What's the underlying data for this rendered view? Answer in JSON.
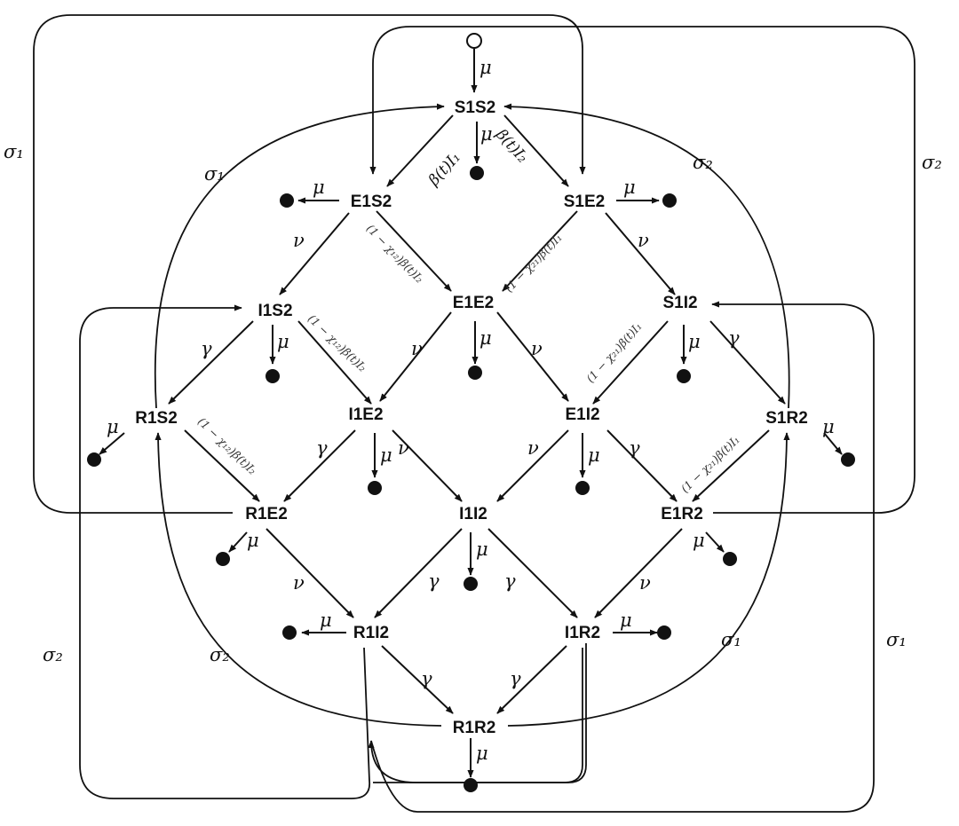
{
  "nodes": {
    "S1S2": "S1S2",
    "E1S2": "E1S2",
    "S1E2": "S1E2",
    "I1S2": "I1S2",
    "E1E2": "E1E2",
    "S1I2": "S1I2",
    "R1S2": "R1S2",
    "I1E2": "I1E2",
    "E1I2": "E1I2",
    "S1R2": "S1R2",
    "R1E2": "R1E2",
    "I1I2": "I1I2",
    "E1R2": "E1R2",
    "R1I2": "R1I2",
    "I1R2": "I1R2",
    "R1R2": "R1R2"
  },
  "rates": {
    "mu": "μ",
    "nu": "ν",
    "gamma": "γ",
    "sigma1": "σ₁",
    "sigma2": "σ₂",
    "beta_I1": "β(t)I₁",
    "beta_I2": "β(t)I₂",
    "cross12": "(1 − χ₁₂)β(t)I₂",
    "cross21": "(1 − χ₂₁)β(t)I₁"
  }
}
